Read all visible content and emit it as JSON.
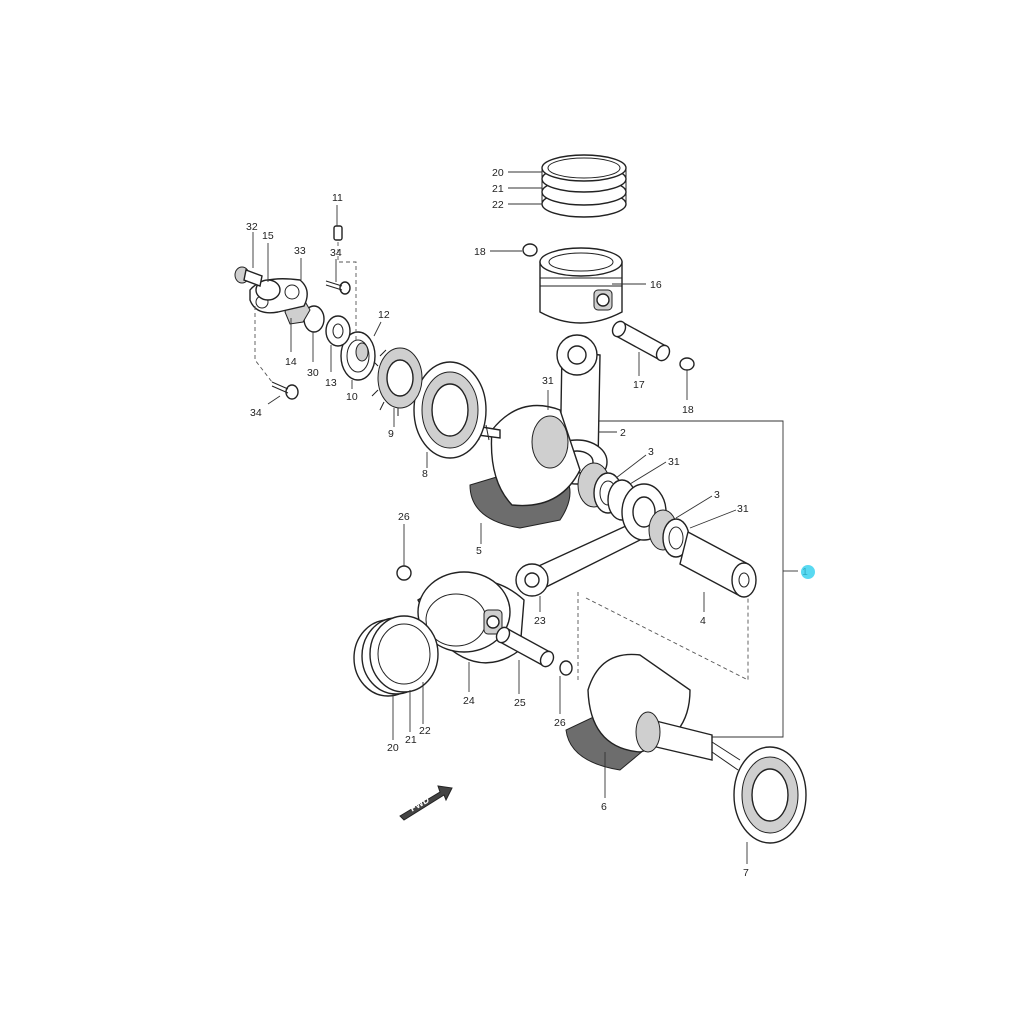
{
  "diagram": {
    "fwd_label": "FWD",
    "highlight_color": "#2fd0ee",
    "callouts": {
      "c20a": "20",
      "c21a": "21",
      "c22a": "22",
      "c18a": "18",
      "c16": "16",
      "c17": "17",
      "c18b": "18",
      "c11": "11",
      "c32": "32",
      "c15": "15",
      "c33": "33",
      "c34a": "34",
      "c12": "12",
      "c14": "14",
      "c30": "30",
      "c13": "13",
      "c10": "10",
      "c9": "9",
      "c8": "8",
      "c34b": "34",
      "c31a": "31",
      "c2": "2",
      "c3a": "3",
      "c31b": "31",
      "c3b": "3",
      "c31c": "31",
      "c5": "5",
      "c1": "1",
      "c26a": "26",
      "c23": "23",
      "c4": "4",
      "c24": "24",
      "c25": "25",
      "c26b": "26",
      "c20b": "20",
      "c21b": "21",
      "c22b": "22",
      "c6": "6",
      "c7": "7"
    }
  }
}
